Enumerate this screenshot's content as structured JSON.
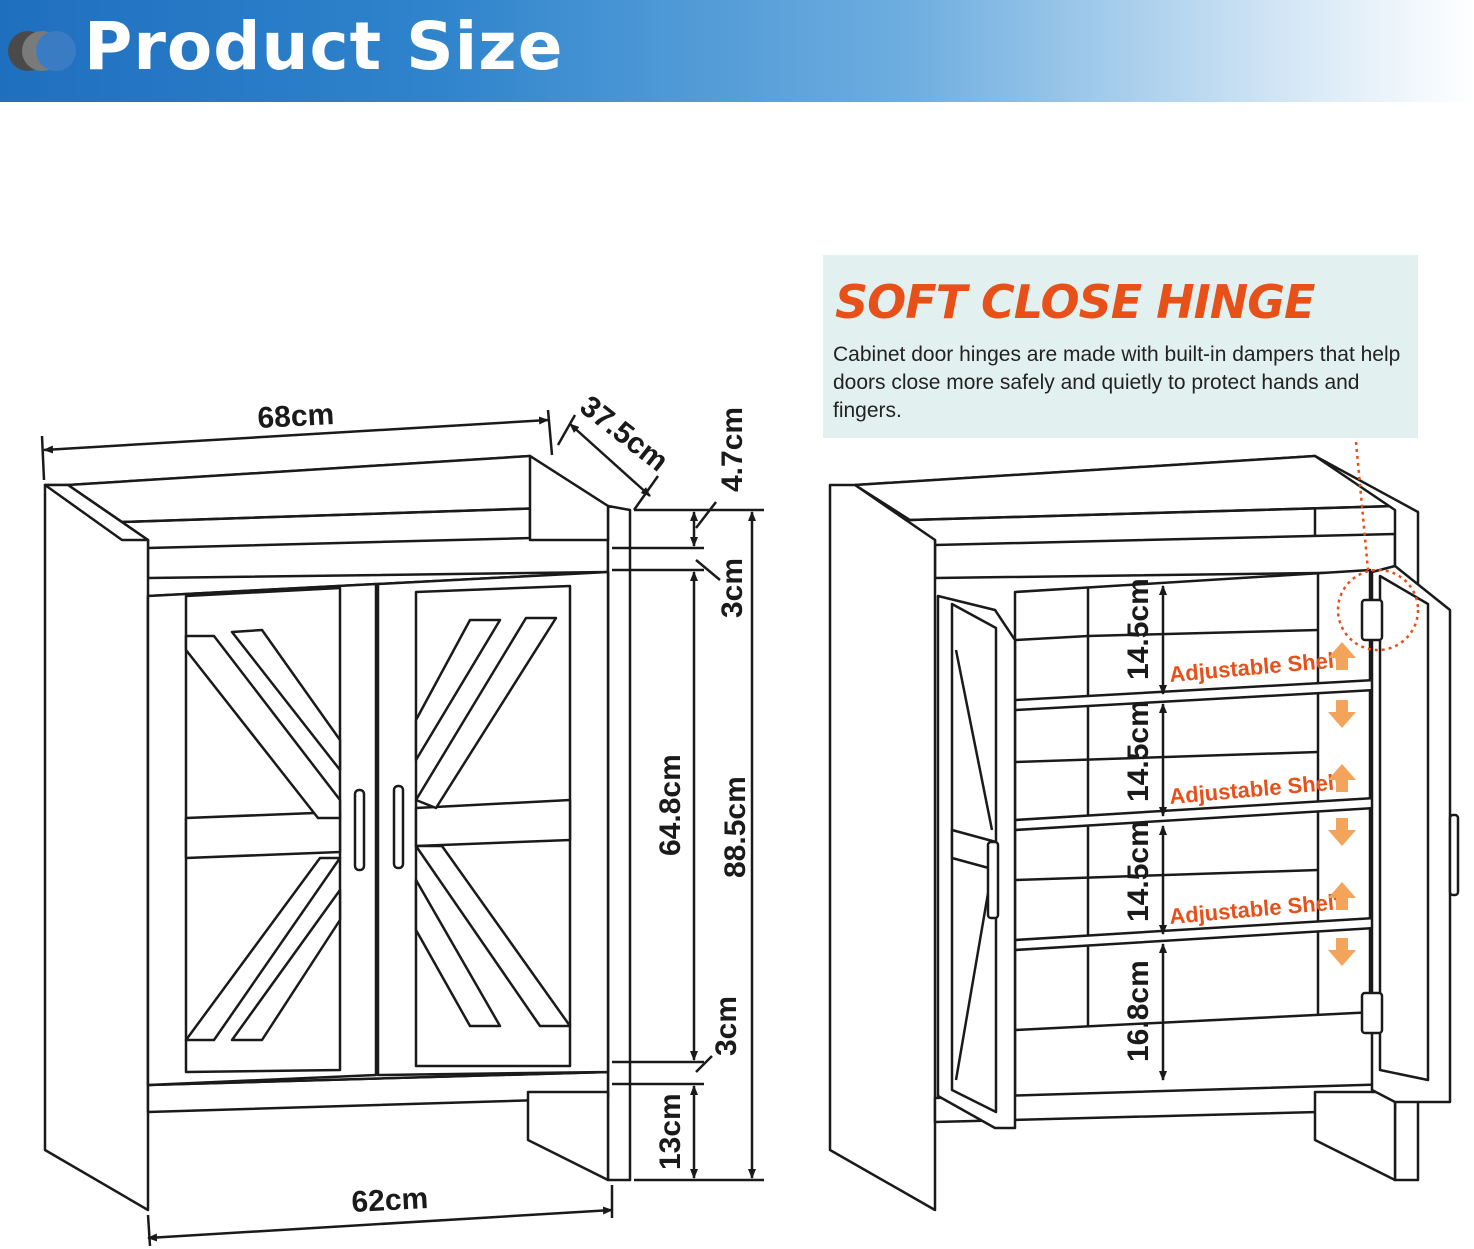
{
  "banner": {
    "title": "Product Size"
  },
  "hinge": {
    "title": "SOFT CLOSE HINGE",
    "description": "Cabinet door hinges are made with built-in dampers that help doors close more safely and quietly to protect hands and fingers."
  },
  "dimensions": {
    "width_top": "68cm",
    "depth": "37.5cm",
    "top_thickness": "4.7cm",
    "gap_top": "3cm",
    "door_height": "64.8cm",
    "total_height": "88.5cm",
    "gap_bottom": "3cm",
    "leg_height": "13cm",
    "width_bottom": "62cm"
  },
  "shelves": {
    "heights": [
      "14.5cm",
      "14.5cm",
      "14.5cm",
      "16.8cm"
    ],
    "labels": [
      "Adjustable Shelf",
      "Adjustable Shelf",
      "Adjustable Shelf"
    ]
  },
  "colors": {
    "accent": "#e8501a",
    "arrow": "#f4a45a",
    "banner": "#2f84cc",
    "hinge_box": "#e2f1ef"
  }
}
